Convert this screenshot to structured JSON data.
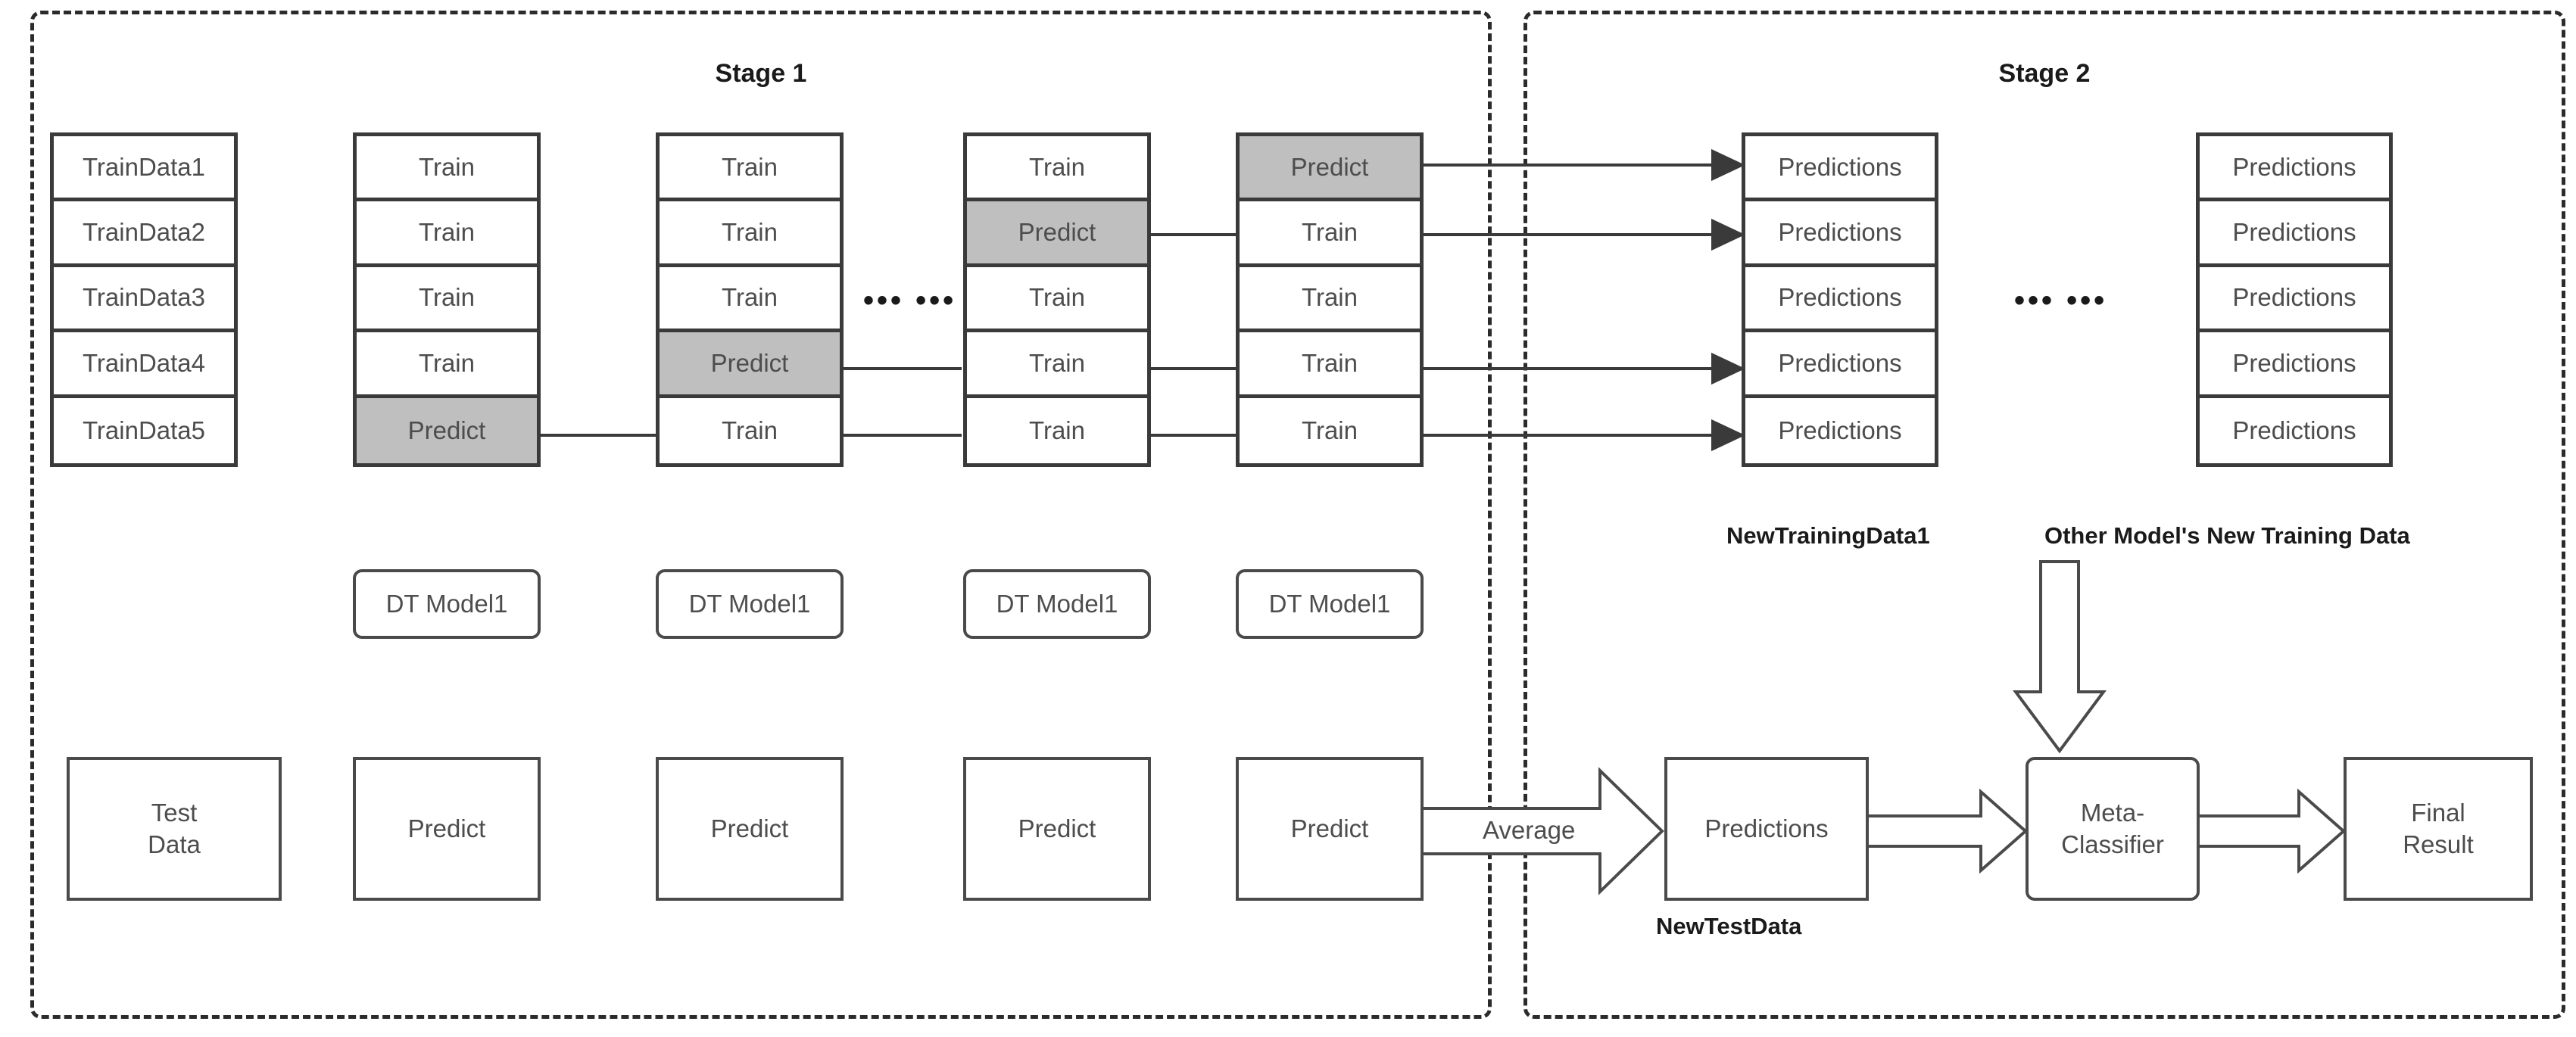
{
  "stages": {
    "stage1": {
      "title": "Stage 1"
    },
    "stage2": {
      "title": "Stage 2"
    }
  },
  "ellipsis": {
    "glyph": "••• •••"
  },
  "stage1_columns": [
    {
      "name": "train-data-column",
      "cells": [
        {
          "text": "TrainData1",
          "state": "data"
        },
        {
          "text": "TrainData2",
          "state": "data"
        },
        {
          "text": "TrainData3",
          "state": "data"
        },
        {
          "text": "TrainData4",
          "state": "data"
        },
        {
          "text": "TrainData5",
          "state": "data"
        }
      ]
    },
    {
      "name": "fold-column-1",
      "cells": [
        {
          "text": "Train",
          "state": "train"
        },
        {
          "text": "Train",
          "state": "train"
        },
        {
          "text": "Train",
          "state": "train"
        },
        {
          "text": "Train",
          "state": "train"
        },
        {
          "text": "Predict",
          "state": "predict"
        }
      ]
    },
    {
      "name": "fold-column-2",
      "cells": [
        {
          "text": "Train",
          "state": "train"
        },
        {
          "text": "Train",
          "state": "train"
        },
        {
          "text": "Train",
          "state": "train"
        },
        {
          "text": "Predict",
          "state": "predict"
        },
        {
          "text": "Train",
          "state": "train"
        }
      ]
    },
    {
      "name": "fold-column-3",
      "cells": [
        {
          "text": "Train",
          "state": "train"
        },
        {
          "text": "Predict",
          "state": "predict"
        },
        {
          "text": "Train",
          "state": "train"
        },
        {
          "text": "Train",
          "state": "train"
        },
        {
          "text": "Train",
          "state": "train"
        }
      ]
    },
    {
      "name": "fold-column-4",
      "cells": [
        {
          "text": "Predict",
          "state": "predict"
        },
        {
          "text": "Train",
          "state": "train"
        },
        {
          "text": "Train",
          "state": "train"
        },
        {
          "text": "Train",
          "state": "train"
        },
        {
          "text": "Train",
          "state": "train"
        }
      ]
    }
  ],
  "models": [
    {
      "label": "DT Model1"
    },
    {
      "label": "DT Model1"
    },
    {
      "label": "DT Model1"
    },
    {
      "label": "DT Model1"
    }
  ],
  "bottom_row": {
    "test_data": "Test\nData",
    "test_data_line1": "Test",
    "test_data_line2": "Data",
    "predicts": [
      "Predict",
      "Predict",
      "Predict",
      "Predict"
    ],
    "average_label": "Average"
  },
  "stage2_columns": [
    {
      "name": "new-training-data-1",
      "cells": [
        {
          "text": "Predictions"
        },
        {
          "text": "Predictions"
        },
        {
          "text": "Predictions"
        },
        {
          "text": "Predictions"
        },
        {
          "text": "Predictions"
        }
      ]
    },
    {
      "name": "other-model-new-training-data",
      "cells": [
        {
          "text": "Predictions"
        },
        {
          "text": "Predictions"
        },
        {
          "text": "Predictions"
        },
        {
          "text": "Predictions"
        },
        {
          "text": "Predictions"
        }
      ]
    }
  ],
  "stage2_labels": {
    "new_training_data_1": "NewTrainingData1",
    "other_model_data": "Other Model's New Training Data",
    "new_test_data": "NewTestData"
  },
  "stage2_flow": {
    "predictions_box": "Predictions",
    "meta_classifier_line1": "Meta-",
    "meta_classifier_line2": "Classifier",
    "final_result_line1": "Final",
    "final_result_line2": "Result"
  },
  "colors": {
    "predict_fill": "#bfbfbf",
    "stroke": "#3a3a3a",
    "text": "#4d4d4d",
    "bold_text": "#1a1a1a"
  }
}
